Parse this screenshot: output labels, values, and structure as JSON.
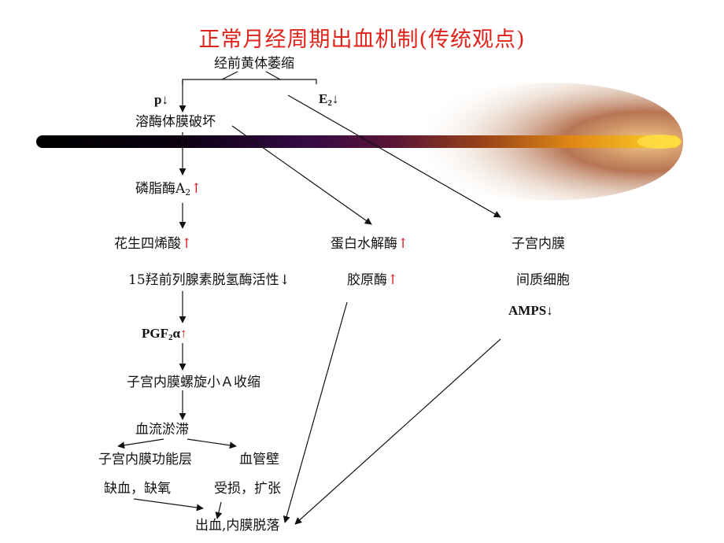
{
  "title": "正常月经周期出血机制(传统观点)",
  "colors": {
    "title": "#e0241b",
    "up_arrow": "#d21a1a",
    "text": "#111111"
  },
  "arrows": {
    "up": "↑",
    "down": "↓"
  },
  "nodes": {
    "corpus_luteum": "经前黄体萎缩",
    "p": "p",
    "e2": {
      "base": "E",
      "sub": "2"
    },
    "lysosome": "溶酶体膜破坏",
    "pla2": {
      "base": "磷脂酶A",
      "sub": "2"
    },
    "arachidonic": "花生四烯酸",
    "protease": "蛋白水解酶",
    "endometrium": "子宫内膜",
    "pgdh": "15羟前列腺素脱氢酶活性",
    "collagenase": "胶原酶",
    "stromal": "间质细胞",
    "amps": "AMPS",
    "pgf2a": {
      "base": "PGF",
      "sub": "2",
      "suffix": "α"
    },
    "spiral": "子宫内膜螺旋小Ａ收缩",
    "stasis": "血流淤滞",
    "functional_layer": "子宫内膜功能层",
    "vessel_wall": "血管壁",
    "ischemia": "缺血，缺氧",
    "damage": "受损，扩张",
    "bleeding": "出血,内膜脱落"
  }
}
